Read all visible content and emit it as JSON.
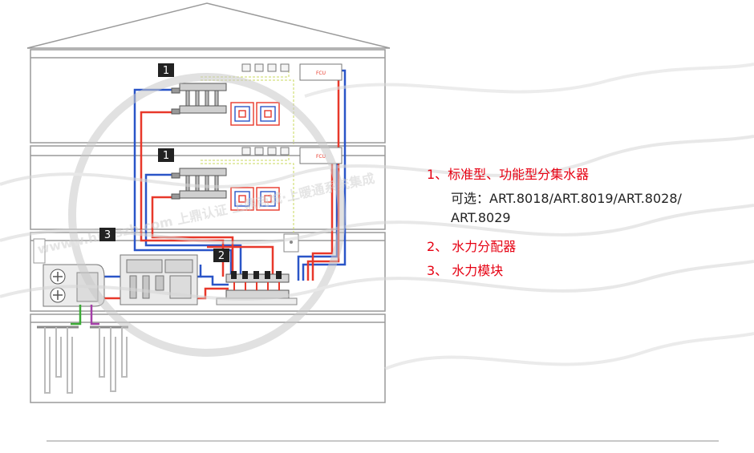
{
  "diagram": {
    "callouts": [
      "1",
      "1",
      "3",
      "2"
    ],
    "fcu_label": "FCU",
    "watermark_text": "wwww.hnbszb.com 上鼎认证 上鼎商城·上暖通系统集成"
  },
  "legend": {
    "item1": "1、标准型、功能型分集水器",
    "item1_line2": "可选：ART.8018/ART.8019/ART.8028/",
    "item1_line3": "ART.8029",
    "item2": "2、  水力分配器",
    "item3": "3、  水力模块"
  },
  "colors": {
    "supply": "#e8382a",
    "return": "#2a55c8",
    "green": "#3aaa35",
    "purple": "#a43fa8",
    "outline": "#9a9a9a",
    "legend_red": "#e60012"
  }
}
